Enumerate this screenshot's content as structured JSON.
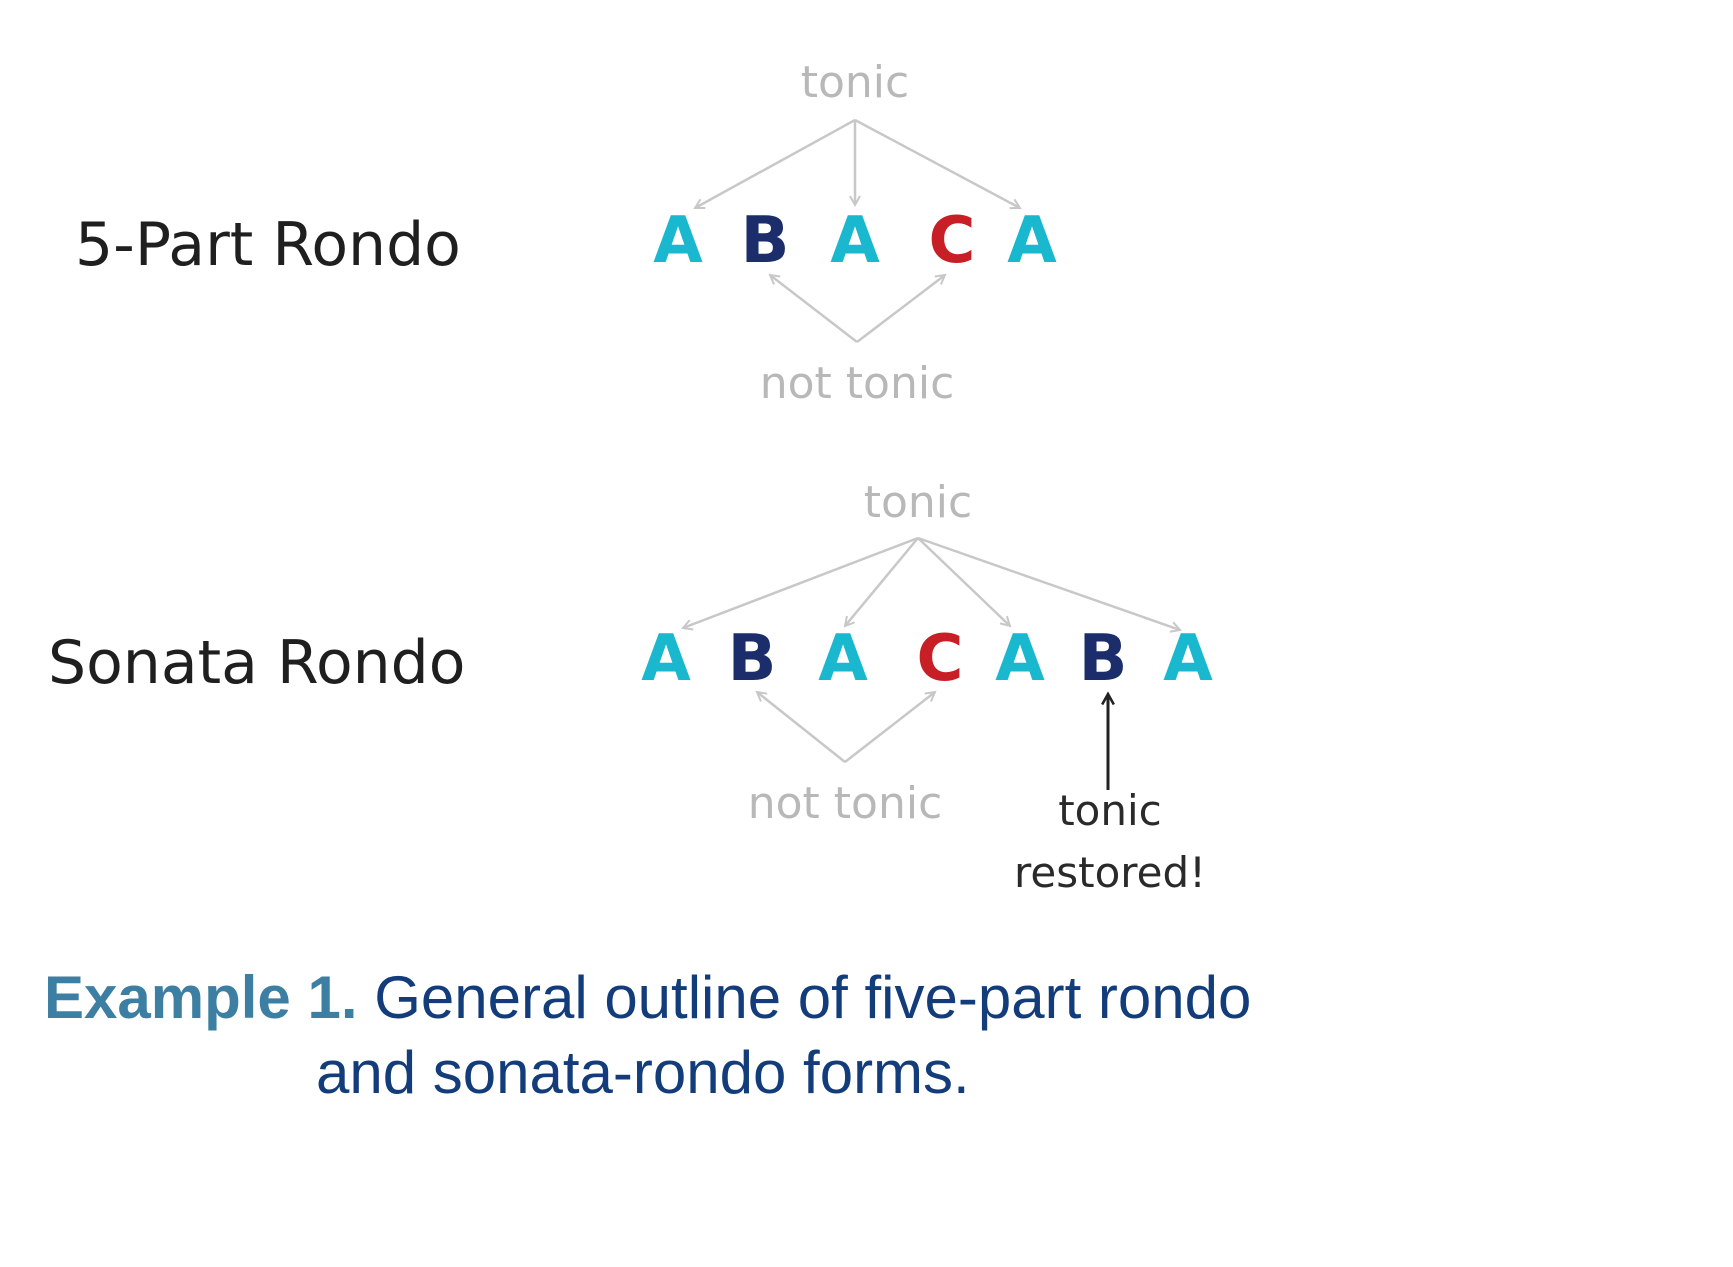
{
  "colors": {
    "A": "#19b8cf",
    "B": "#1b2d6b",
    "C": "#c81e25",
    "arrow_gray": "#c8c8c8",
    "arrow_dark": "#222222",
    "caption_bold": "#3d7fa3",
    "caption_text": "#133c7a"
  },
  "rows": [
    {
      "label": "5-Part Rondo",
      "sections": [
        "A",
        "B",
        "A",
        "C",
        "A"
      ],
      "top_annotation": "tonic",
      "bottom_annotation": "not tonic"
    },
    {
      "label": "Sonata Rondo",
      "sections": [
        "A",
        "B",
        "A",
        "C",
        "A",
        "B",
        "A"
      ],
      "top_annotation": "tonic",
      "bottom_annotation": "not tonic",
      "extra_annotation_line1": "tonic",
      "extra_annotation_line2": "restored!"
    }
  ],
  "caption": {
    "label": "Example 1.",
    "line1": "General outline of five-part rondo",
    "line2": "and sonata-rondo forms."
  }
}
